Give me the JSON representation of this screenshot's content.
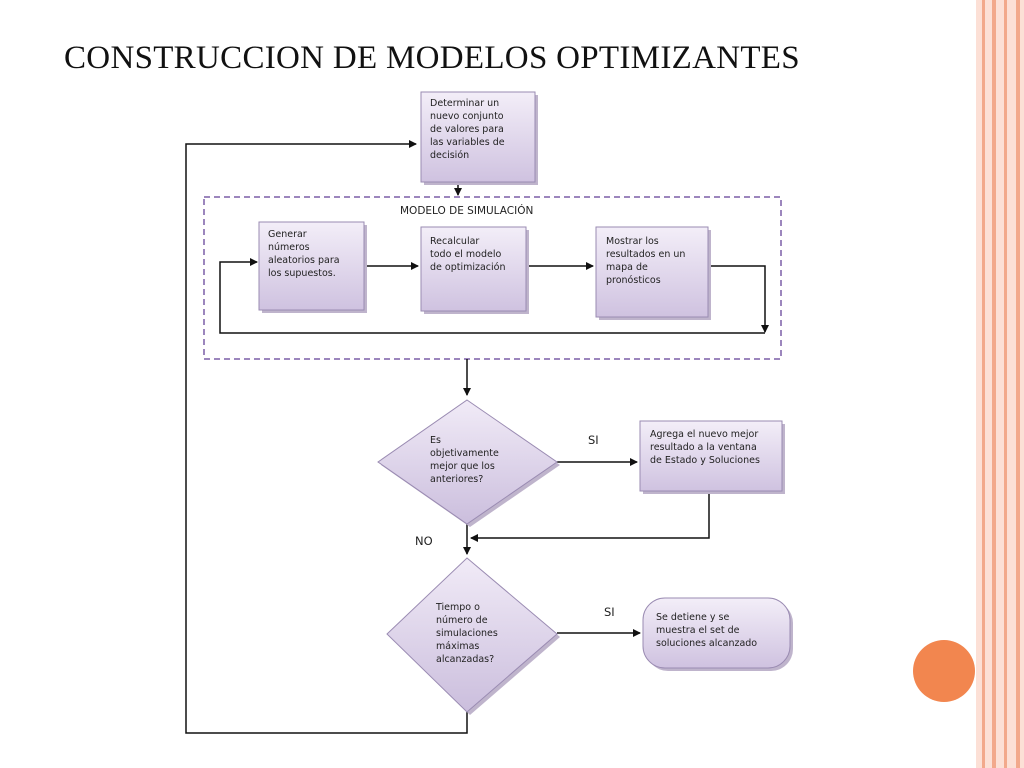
{
  "slide": {
    "title": "CONSTRUCCION DE MODELOS OPTIMIZANTES"
  },
  "theme": {
    "stripe_light": "#fce0d6",
    "stripe_dark": "#f2a98c",
    "accent": "#f2864f",
    "box_fill_top": "#f3eef8",
    "box_fill_bottom": "#cfc2e0",
    "box_border": "#9a8bb2",
    "dashed_border": "#7b5ea7"
  },
  "diagram": {
    "determine_box": [
      "Determinar un",
      "nuevo conjunto",
      "de valores para",
      "las variables de",
      "decisión"
    ],
    "simulation_group_label": "MODELO DE SIMULACIÓN",
    "generate_box": [
      "Generar",
      "números",
      "aleatorios para",
      "los supuestos."
    ],
    "recalc_box": [
      "Recalcular",
      "todo el modelo",
      "de optimización"
    ],
    "show_box": [
      "Mostrar los",
      "resultados en un",
      "mapa de",
      "pronósticos"
    ],
    "decision_better": [
      "Es",
      "objetivamente",
      "mejor que los",
      "anteriores?"
    ],
    "add_box": [
      "Agrega el nuevo mejor",
      "resultado a la ventana",
      "de Estado y Soluciones"
    ],
    "decision_limit": [
      "Tiempo o",
      "número de",
      "simulaciones",
      "máximas",
      "alcanzadas?"
    ],
    "stop_box": [
      "Se detiene y se",
      "muestra el set de",
      "soluciones alcanzado"
    ],
    "label_si_1": "SI",
    "label_no": "NO",
    "label_si_2": "SI"
  }
}
